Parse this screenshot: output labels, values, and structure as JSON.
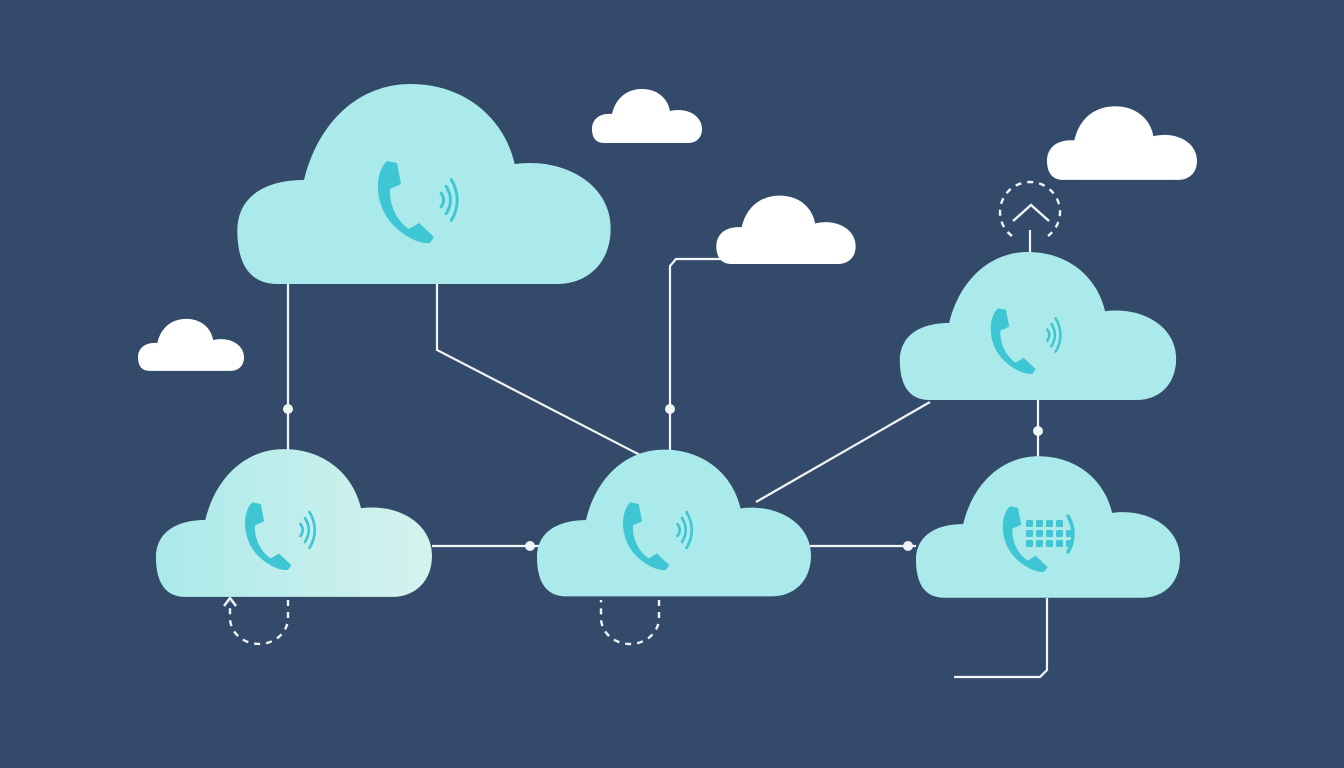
{
  "diagram": {
    "colors": {
      "background": "#344a6a",
      "node_fill": "#aaeaea",
      "node_fill_faded": "#d6f2ee",
      "icon": "#3ec6d4",
      "connector": "#f1f5f8",
      "decor_cloud": "#ffffff"
    },
    "nodes": [
      {
        "id": "cloud-top-left",
        "icon": "phone-signal-icon"
      },
      {
        "id": "cloud-right-upper",
        "icon": "phone-signal-icon"
      },
      {
        "id": "cloud-bottom-left",
        "icon": "phone-signal-icon"
      },
      {
        "id": "cloud-bottom-center",
        "icon": "phone-signal-icon"
      },
      {
        "id": "cloud-bottom-right",
        "icon": "phone-keypad-icon"
      }
    ],
    "decorations": [
      {
        "id": "decor-cloud-small-left",
        "icon": "cloud-icon"
      },
      {
        "id": "decor-cloud-top-middle",
        "icon": "cloud-icon"
      },
      {
        "id": "decor-cloud-center",
        "icon": "cloud-icon"
      },
      {
        "id": "decor-cloud-top-right",
        "icon": "cloud-icon"
      },
      {
        "id": "upload-indicator",
        "icon": "chevron-up-icon"
      }
    ],
    "edges": [
      {
        "from": "cloud-top-left",
        "to": "cloud-bottom-left"
      },
      {
        "from": "cloud-top-left",
        "to": "cloud-bottom-center"
      },
      {
        "from": "decor-cloud-center",
        "to": "cloud-bottom-center"
      },
      {
        "from": "cloud-right-upper",
        "to": "cloud-bottom-center"
      },
      {
        "from": "cloud-right-upper",
        "to": "cloud-bottom-right"
      },
      {
        "from": "cloud-bottom-left",
        "to": "cloud-bottom-center"
      },
      {
        "from": "cloud-bottom-center",
        "to": "cloud-bottom-right"
      }
    ]
  }
}
